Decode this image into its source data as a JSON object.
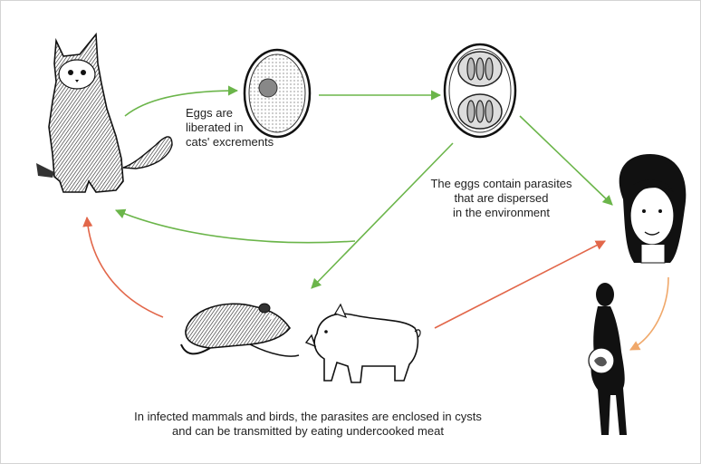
{
  "diagram": {
    "labels": {
      "eggs_liberated": "Eggs are\nliberated in\ncats' excrements",
      "eggs_contain": "The eggs contain parasites\nthat are dispersed\nin the environment",
      "infected_mammals": "In infected mammals and birds, the parasites are enclosed in cysts\nand can be transmitted by eating undercooked meat"
    },
    "icons": [
      "cat-icon",
      "egg-icon",
      "divided-egg-icon",
      "woman-face-icon",
      "rat-icon",
      "pig-icon",
      "pregnant-woman-icon"
    ],
    "colors": {
      "green_arrow": "#6bb54a",
      "red_arrow": "#e2674a",
      "orange_arrow": "#f0a86a",
      "ink": "#1a1a1a"
    }
  }
}
